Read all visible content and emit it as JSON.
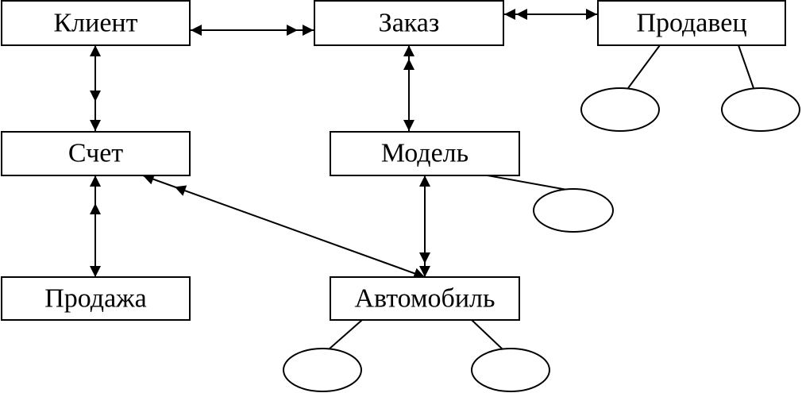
{
  "entities": {
    "client": "Клиент",
    "order": "Заказ",
    "seller": "Продавец",
    "invoice": "Счет",
    "model": "Модель",
    "sale": "Продажа",
    "car": "Автомобиль"
  },
  "colors": {
    "stroke": "#000000",
    "background": "#ffffff"
  }
}
